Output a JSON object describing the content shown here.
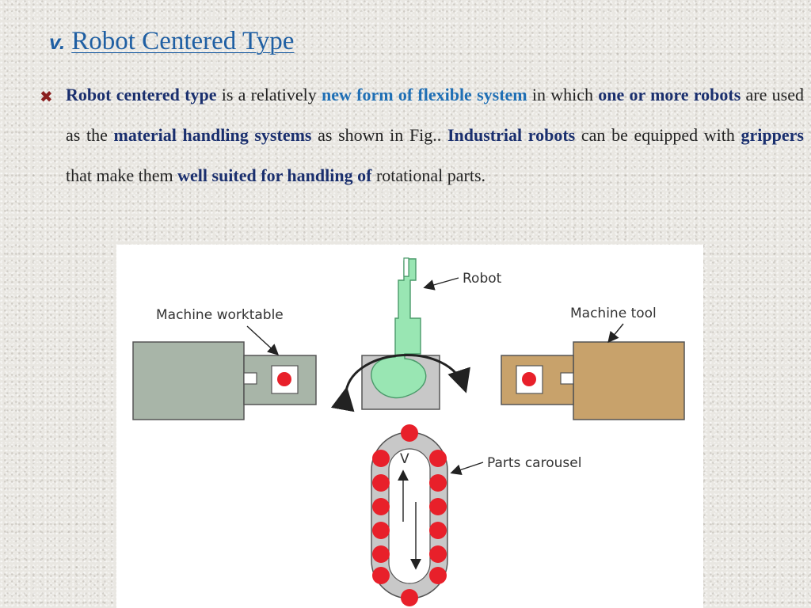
{
  "slide": {
    "title_numeral": "v.",
    "title": "Robot Centered Type",
    "body": [
      {
        "text": "Robot centered type",
        "style": "navy"
      },
      {
        "text": " is a relatively ",
        "style": "plain"
      },
      {
        "text": "new form of flexible system",
        "style": "blue"
      },
      {
        "text": " in which ",
        "style": "plain"
      },
      {
        "text": "one or more robots",
        "style": "navy"
      },
      {
        "text": " are used as the ",
        "style": "plain"
      },
      {
        "text": "material handling systems",
        "style": "navy"
      },
      {
        "text": " as shown in Fig.. ",
        "style": "plain"
      },
      {
        "text": "Industrial robots",
        "style": "navy"
      },
      {
        "text": " can be equipped with ",
        "style": "plain"
      },
      {
        "text": "grippers",
        "style": "navy"
      },
      {
        "text": " that make them ",
        "style": "plain"
      },
      {
        "text": "well suited for handling of",
        "style": "navy"
      },
      {
        "text": " rotational parts.",
        "style": "plain"
      }
    ]
  },
  "figure": {
    "labels": {
      "robot": "Robot",
      "worktable": "Machine worktable",
      "machine_tool": "Machine tool",
      "carousel": "Parts carousel",
      "carousel_symbol": "V"
    }
  },
  "colors": {
    "title": "#1f5fa3",
    "highlight_blue": "#1f6fb5",
    "highlight_navy": "#1a2f6e",
    "bullet": "#8a1f1f",
    "worktable": "#a8b5a8",
    "machine_tool": "#c8a26b",
    "robot": "#99e6b3",
    "robot_base": "#c8c8c8",
    "part": "#e8202a",
    "carousel": "#c8c8c8"
  }
}
